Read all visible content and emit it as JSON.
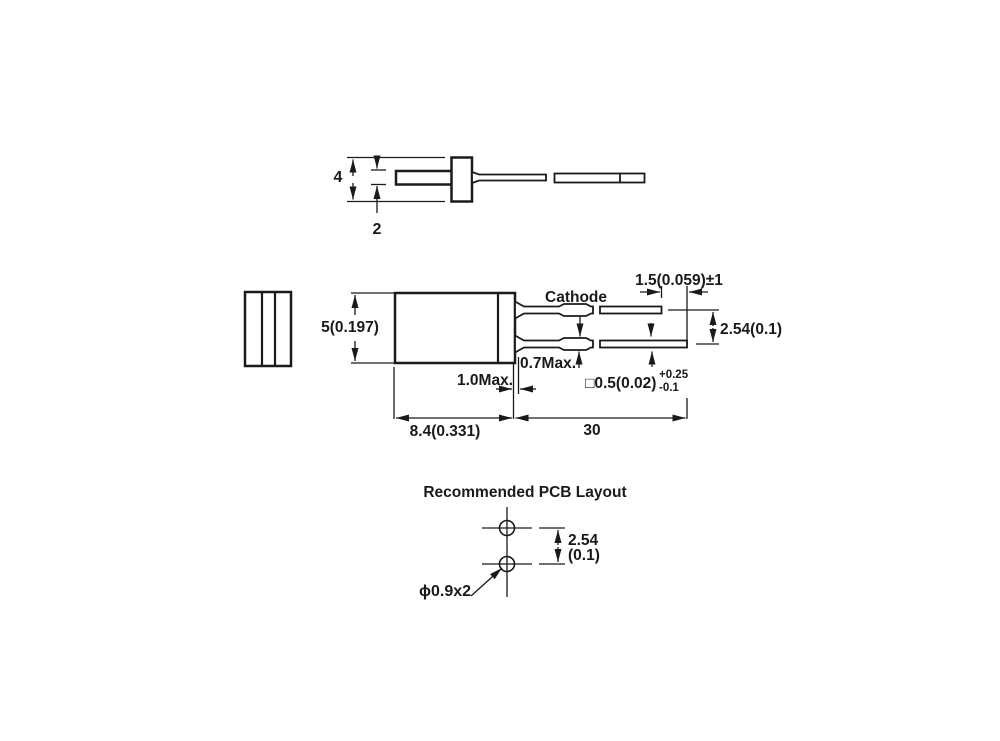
{
  "colors": {
    "ink": "#1a1a1a",
    "background": "#ffffff"
  },
  "top_view": {
    "overall_height": "4",
    "tab_thickness": "2"
  },
  "side_view": {
    "cathode_label": "Cathode",
    "lead_tip_length": "1.5(0.059)±1",
    "lead_pitch": "2.54(0.1)",
    "body_height": "5(0.197)",
    "crimp_max": "0.7Max.",
    "standoff_max": "1.0Max.",
    "lead_section": "□0.5(0.02)",
    "lead_section_tol_plus": "+0.25",
    "lead_section_tol_minus": "-0.1",
    "body_length": "8.4(0.331)",
    "lead_length": "30"
  },
  "pcb_layout": {
    "title": "Recommended PCB Layout",
    "hole_pitch_mm": "2.54",
    "hole_pitch_inch": "(0.1)",
    "hole_spec": "ϕ0.9x2"
  }
}
